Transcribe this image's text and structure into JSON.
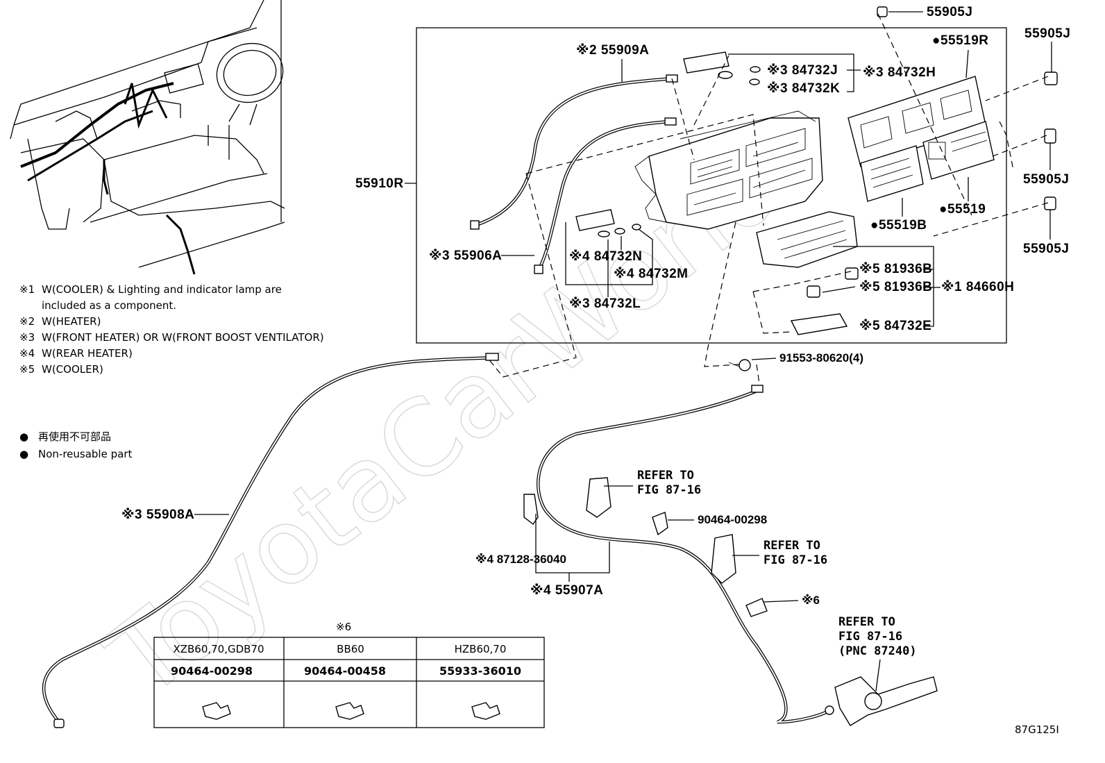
{
  "watermark": "ToyotaCarWorld",
  "figure_code": "87G125I",
  "notes": [
    {
      "mark": "※1",
      "text": "W(COOLER) &  Lighting and indicator lamp are"
    },
    {
      "mark": "",
      "text": "included as a component."
    },
    {
      "mark": "※2",
      "text": "W(HEATER)"
    },
    {
      "mark": "※3",
      "text": "W(FRONT HEATER) OR W(FRONT BOOST VENTILATOR)"
    },
    {
      "mark": "※4",
      "text": "W(REAR HEATER)"
    },
    {
      "mark": "※5",
      "text": "W(COOLER)"
    }
  ],
  "legend": [
    {
      "symbol": "●",
      "text": "再使用不可部品"
    },
    {
      "symbol": "●",
      "text": "Non-reusable part"
    }
  ],
  "labels": {
    "p55905J_top": "55905J",
    "p55905J_right1": "55905J",
    "p55905J_right2": "55905J",
    "p55905J_right3": "55905J",
    "p55519R": "●55519R",
    "p55519": "●55519",
    "p55519B": "●55519B",
    "p55909A": "※2 55909A",
    "p84732J": "※3 84732J",
    "p84732K": "※3 84732K",
    "p84732H": "※3 84732H",
    "p55910R": "55910R",
    "p55906A": "※3 55906A",
    "p84732N": "※4 84732N",
    "p84732M": "※4 84732M",
    "p84732L": "※3 84732L",
    "p81936B_1": "※5 81936B",
    "p81936B_2": "※5 81936B",
    "p84660H": "※1 84660H",
    "p84732E": "※5 84732E",
    "p91553": "91553-80620(4)",
    "p55908A": "※3 55908A",
    "p90464_00298": "90464-00298",
    "p87128": "※4 87128-36040",
    "p55907A": "※4 55907A",
    "mark6": "※6"
  },
  "refers": {
    "r1_line1": "REFER TO",
    "r1_line2": "FIG 87-16",
    "r2_line1": "REFER TO",
    "r2_line2": "FIG 87-16",
    "r3_line1": "REFER TO",
    "r3_line2": "FIG 87-16",
    "r3_line3": "(PNC 87240)"
  },
  "table": {
    "title": "※6",
    "headers": [
      "XZB60,70,GDB70",
      "BB60",
      "HZB60,70"
    ],
    "parts": [
      "90464-00298",
      "90464-00458",
      "55933-36010"
    ]
  }
}
